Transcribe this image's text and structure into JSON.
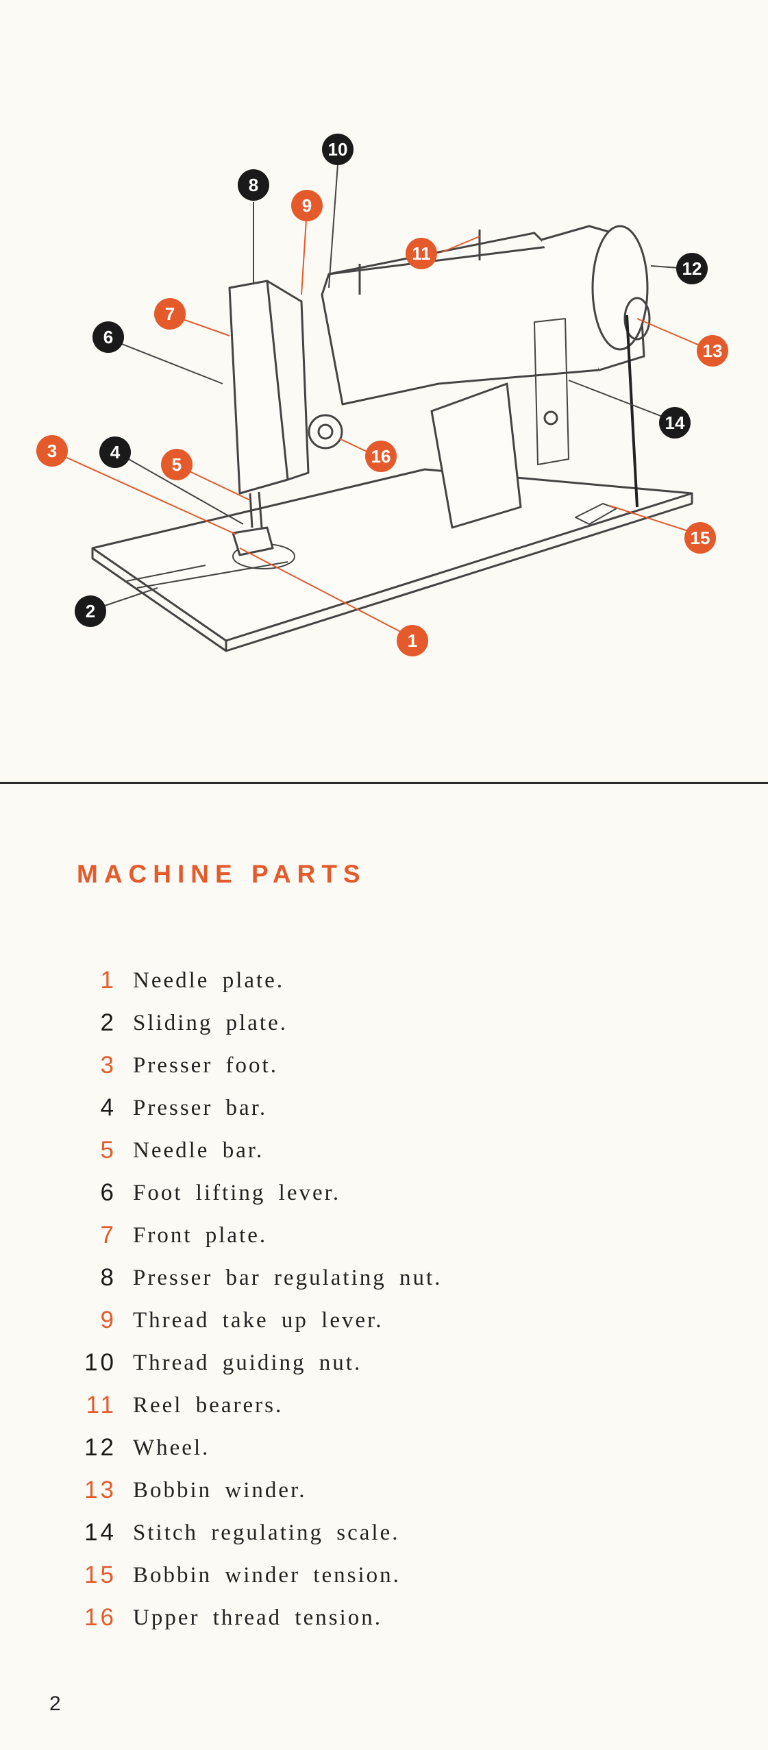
{
  "figure": {
    "callouts": [
      {
        "label": "1",
        "color": "orange"
      },
      {
        "label": "2",
        "color": "black"
      },
      {
        "label": "3",
        "color": "orange"
      },
      {
        "label": "4",
        "color": "black"
      },
      {
        "label": "5",
        "color": "orange"
      },
      {
        "label": "6",
        "color": "black"
      },
      {
        "label": "7",
        "color": "orange"
      },
      {
        "label": "8",
        "color": "black"
      },
      {
        "label": "9",
        "color": "orange"
      },
      {
        "label": "10",
        "color": "black"
      },
      {
        "label": "11",
        "color": "orange"
      },
      {
        "label": "12",
        "color": "black"
      },
      {
        "label": "13",
        "color": "orange"
      },
      {
        "label": "14",
        "color": "black"
      },
      {
        "label": "15",
        "color": "orange"
      },
      {
        "label": "16",
        "color": "orange"
      }
    ]
  },
  "heading": "MACHINE PARTS",
  "parts": [
    {
      "number": "1",
      "name": "Needle plate.",
      "color": "orange"
    },
    {
      "number": "2",
      "name": "Sliding plate.",
      "color": "black"
    },
    {
      "number": "3",
      "name": "Presser foot.",
      "color": "orange"
    },
    {
      "number": "4",
      "name": "Presser bar.",
      "color": "black"
    },
    {
      "number": "5",
      "name": "Needle bar.",
      "color": "orange"
    },
    {
      "number": "6",
      "name": "Foot lifting lever.",
      "color": "black"
    },
    {
      "number": "7",
      "name": "Front plate.",
      "color": "orange"
    },
    {
      "number": "8",
      "name": "Presser bar regulating nut.",
      "color": "black"
    },
    {
      "number": "9",
      "name": "Thread take up lever.",
      "color": "orange"
    },
    {
      "number": "10",
      "name": "Thread guiding nut.",
      "color": "black"
    },
    {
      "number": "11",
      "name": "Reel bearers.",
      "color": "orange"
    },
    {
      "number": "12",
      "name": "Wheel.",
      "color": "black"
    },
    {
      "number": "13",
      "name": "Bobbin winder.",
      "color": "orange"
    },
    {
      "number": "14",
      "name": "Stitch regulating scale.",
      "color": "black"
    },
    {
      "number": "15",
      "name": "Bobbin winder tension.",
      "color": "orange"
    },
    {
      "number": "16",
      "name": "Upper thread tension.",
      "color": "orange"
    }
  ],
  "page_number": "2",
  "colors": {
    "accent": "#e55a2b",
    "ink": "#1a1a1a",
    "paper": "#fbfaf5"
  }
}
